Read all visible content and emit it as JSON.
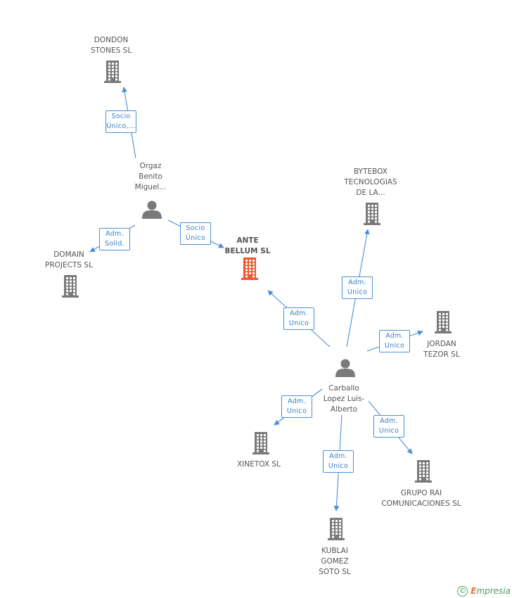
{
  "colors": {
    "edge": "#4a8fd6",
    "node_company": "#7a7a7a",
    "node_center": "#f0552e",
    "node_person": "#7a7a7a"
  },
  "nodes": [
    {
      "id": "ante",
      "kind": "company",
      "center": true,
      "label": [
        "ANTE",
        "BELLUM SL"
      ]
    },
    {
      "id": "dondon",
      "kind": "company",
      "label": [
        "DONDON",
        "STONES SL"
      ]
    },
    {
      "id": "orgaz",
      "kind": "person",
      "label": [
        "Orgaz",
        "Benito",
        "Miguel..."
      ]
    },
    {
      "id": "domain",
      "kind": "company",
      "label": [
        "DOMAIN",
        "PROJECTS SL"
      ]
    },
    {
      "id": "bytebox",
      "kind": "company",
      "label": [
        "BYTEBOX",
        "TECNOLOGIAS",
        "DE LA..."
      ]
    },
    {
      "id": "jordan",
      "kind": "company",
      "label": [
        "JORDAN",
        "TEZOR SL"
      ]
    },
    {
      "id": "carballo",
      "kind": "person",
      "label": [
        "Carballo",
        "Lopez Luis-",
        "Alberto"
      ]
    },
    {
      "id": "xinetox",
      "kind": "company",
      "label": [
        "XINETOX  SL"
      ]
    },
    {
      "id": "grupo",
      "kind": "company",
      "label": [
        "GRUPO RAI",
        "COMUNICACIONES SL"
      ]
    },
    {
      "id": "kublai",
      "kind": "company",
      "label": [
        "KUBLAI",
        "GOMEZ",
        "SOTO SL"
      ]
    }
  ],
  "edges": [
    {
      "from": "orgaz",
      "to": "dondon",
      "label": [
        "Socio",
        "Único,..."
      ]
    },
    {
      "from": "orgaz",
      "to": "domain",
      "label": [
        "Adm.",
        "Solid."
      ]
    },
    {
      "from": "orgaz",
      "to": "ante",
      "label": [
        "Socio",
        "Único"
      ]
    },
    {
      "from": "carballo",
      "to": "ante",
      "label": [
        "Adm.",
        "Unico"
      ]
    },
    {
      "from": "carballo",
      "to": "bytebox",
      "label": [
        "Adm.",
        "Unico"
      ]
    },
    {
      "from": "carballo",
      "to": "jordan",
      "label": [
        "Adm.",
        "Unico"
      ]
    },
    {
      "from": "carballo",
      "to": "xinetox",
      "label": [
        "Adm.",
        "Unico"
      ]
    },
    {
      "from": "carballo",
      "to": "kublai",
      "label": [
        "Adm.",
        "Unico"
      ]
    },
    {
      "from": "carballo",
      "to": "grupo",
      "label": [
        "Adm.",
        "Unico"
      ]
    }
  ],
  "footer": {
    "copyright": "©",
    "brand_initial": "E",
    "brand_rest": "mpresia"
  }
}
